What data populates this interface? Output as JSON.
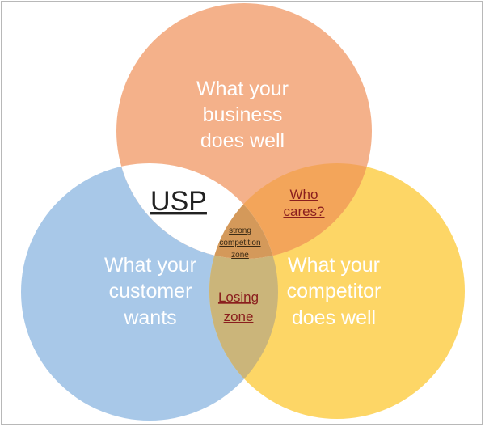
{
  "colors": {
    "business_circle": "#f4b18a",
    "customer_circle": "#a8c8e8",
    "competitor_circle": "#fdd666",
    "usp_region": "#ffffff",
    "who_cares_region": "#f3a55a",
    "losing_zone_region": "#cbb57a",
    "strong_competition_region": "#d4995a",
    "usp_text": "#222222",
    "red_text": "#8a1e1e"
  },
  "circles": {
    "business": {
      "lines": [
        "What your",
        "business",
        "does well"
      ]
    },
    "customer": {
      "lines": [
        "What your",
        "customer",
        "wants"
      ]
    },
    "competitor": {
      "lines": [
        "What your",
        "competitor",
        "does well"
      ]
    }
  },
  "regions": {
    "usp": "USP",
    "who_cares": [
      "Who",
      "cares?"
    ],
    "losing_zone": [
      "Losing",
      "zone"
    ],
    "strong_competition": [
      "strong",
      "competition",
      "zone"
    ]
  }
}
